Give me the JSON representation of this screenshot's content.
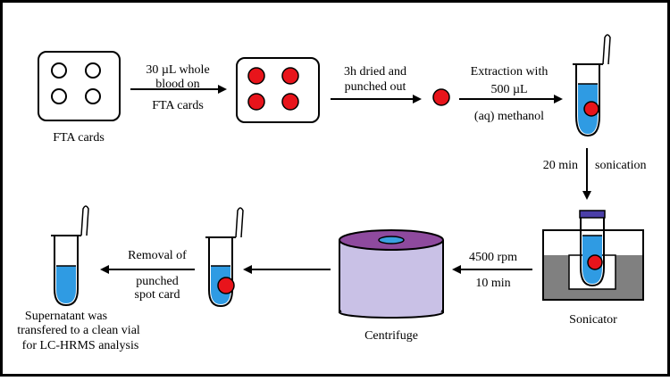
{
  "labels": {
    "fta_cards": "FTA cards",
    "step1_line1": "30 µL whole",
    "step1_line2": "blood on",
    "step1_line3": "FTA cards",
    "step2_line1": "3h dried and",
    "step2_line2": "punched out",
    "step3_line1": "Extraction with",
    "step3_line2": "500 µL",
    "step3_line3": "(aq) methanol",
    "step4_left": "20 min",
    "step4_right": "sonication",
    "sonicator": "Sonicator",
    "step5_line1": "4500 rpm",
    "step5_line2": "10 min",
    "centrifuge": "Centrifuge",
    "step6_line1": "Removal of",
    "step6_line2": "punched",
    "step6_line3": "spot card",
    "final_line1": "Supernatant was",
    "final_line2": "transfered to a clean vial",
    "final_line3": "for LC-HRMS analysis"
  },
  "colors": {
    "blood_spot": "#e8141b",
    "liquid": "#2f9be3",
    "cap": "#4b3fa8",
    "centrifuge_body": "#c9c1e6",
    "centrifuge_top": "#8e4a9e",
    "centrifuge_hole": "#3aa0e0",
    "bath_water": "#808080"
  }
}
